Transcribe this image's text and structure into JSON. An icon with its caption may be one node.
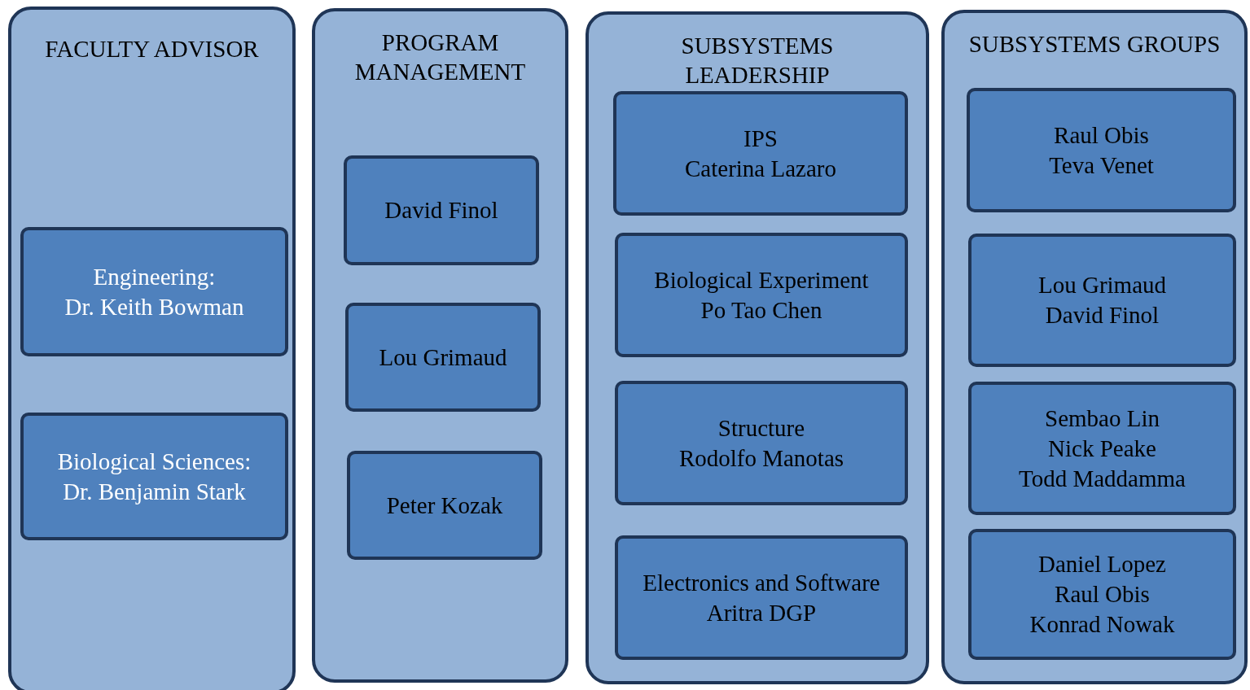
{
  "diagram": {
    "nodes": [
      {
        "text": [
          "FACULTY ADVISOR"
        ]
      },
      {
        "text": [
          "Engineering:",
          "Dr. Keith Bowman"
        ],
        "in": 0
      },
      {
        "text": [
          "Biological Sciences:",
          "Dr. Benjamin Stark"
        ],
        "in": 0
      },
      {
        "text": [
          "PROGRAM MANAGEMENT"
        ]
      },
      {
        "text": [
          "David Finol"
        ],
        "in": 3
      },
      {
        "text": [
          "Lou Grimaud"
        ],
        "in": 3
      },
      {
        "text": [
          "Peter Kozak"
        ],
        "in": 3
      },
      {
        "text": [
          "SUBSYSTEMS LEADERSHIP"
        ]
      },
      {
        "text": [
          "IPS",
          "Caterina Lazaro"
        ],
        "in": 7
      },
      {
        "text": [
          "Biological Experiment",
          "Po Tao Chen"
        ],
        "in": 7
      },
      {
        "text": [
          "Structure",
          "Rodolfo Manotas"
        ],
        "in": 7
      },
      {
        "text": [
          "Electronics and Software",
          "Aritra DGP"
        ],
        "in": 7
      },
      {
        "text": [
          "SUBSYSTEMS GROUPS"
        ]
      },
      {
        "text": [
          "Raul Obis",
          "Teva Venet"
        ],
        "in": 12
      },
      {
        "text": [
          "Lou Grimaud",
          "David Finol"
        ],
        "in": 12
      },
      {
        "text": [
          "Sembao Lin",
          "Nick Peake",
          "Todd Maddamma"
        ],
        "in": 12
      },
      {
        "text": [
          "Daniel Lopez",
          "Raul Obis",
          "Konrad Nowak"
        ],
        "in": 12
      }
    ]
  }
}
